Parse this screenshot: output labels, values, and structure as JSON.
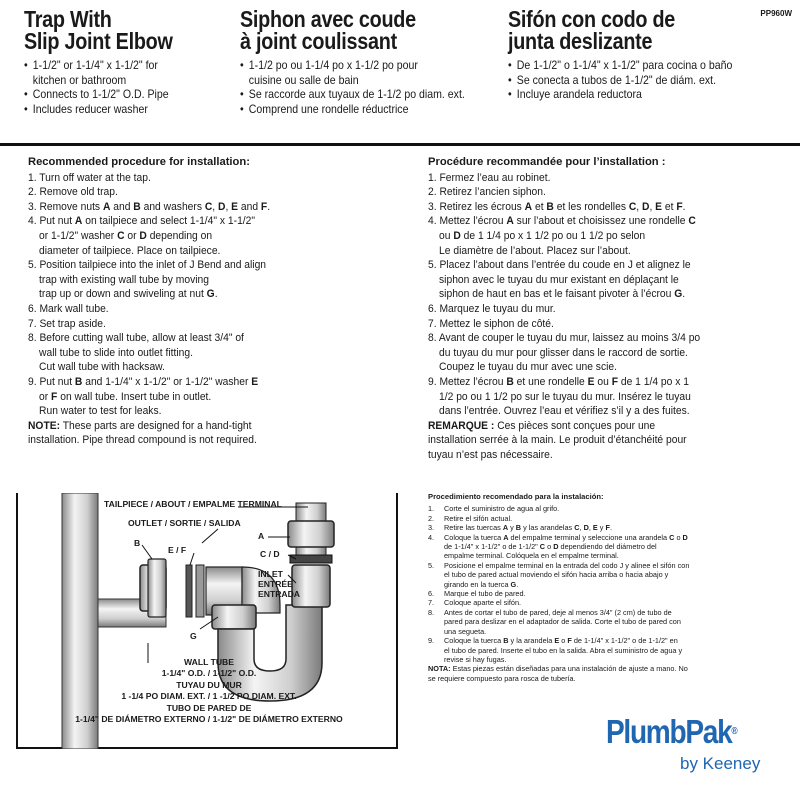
{
  "product_code": "PP960W",
  "header": {
    "columns": [
      {
        "title": [
          "Trap With",
          "Slip Joint Elbow"
        ],
        "bullets": [
          [
            "1-1/2\" or 1-1/4\" x 1-1/2\" for",
            "kitchen or bathroom"
          ],
          [
            "Connects to 1-1/2\" O.D. Pipe"
          ],
          [
            "Includes reducer washer"
          ]
        ]
      },
      {
        "title": [
          "Siphon avec coude",
          "à joint coulissant"
        ],
        "bullets": [
          [
            "1-1/2 po ou 1-1/4 po x 1-1/2 po pour",
            "cuisine ou salle de bain"
          ],
          [
            "Se raccorde aux tuyaux de 1-1/2 po diam. ext."
          ],
          [
            "Comprend une rondelle réductrice"
          ]
        ]
      },
      {
        "title": [
          "Sifón con codo de",
          "junta deslizante"
        ],
        "bullets": [
          [
            "De 1-1/2\" o 1-1/4\" x 1-1/2\" para cocina o baño"
          ],
          [
            "Se conecta a tubos de 1-1/2\" de diám. ext."
          ],
          [
            "Incluye arandela reductora"
          ]
        ]
      }
    ]
  },
  "english": {
    "title": "Recommended procedure for installation:",
    "steps": [
      [
        "1. Turn off water at the tap."
      ],
      [
        "2. Remove old trap."
      ],
      [
        "3. Remove nuts **A** and **B** and washers **C**, **D**, **E** and **F**."
      ],
      [
        "4. Put nut **A** on tailpiece and select 1-1/4\" x 1-1/2\"",
        "or 1-1/2\" washer **C** or **D** depending on",
        "diameter of tailpiece. Place on tailpiece."
      ],
      [
        "5. Position tailpiece into the inlet of J Bend and align",
        "trap with existing wall tube by moving",
        "trap up or down and swiveling at nut **G**."
      ],
      [
        "6. Mark wall tube."
      ],
      [
        "7. Set trap aside."
      ],
      [
        "8. Before cutting wall tube, allow at least 3/4\" of",
        "wall tube to slide into outlet fitting.",
        "Cut wall tube with hacksaw."
      ],
      [
        "9. Put nut **B** and 1-1/4\" x 1-1/2\" or 1-1/2\" washer **E**",
        "or **F** on wall tube. Insert tube in outlet.",
        "Run water to test for leaks."
      ]
    ],
    "note_label": "NOTE:",
    "note": [
      " These parts are designed for a hand-tight",
      "installation. Pipe thread compound is not required."
    ]
  },
  "french": {
    "title": "Procédure recommandée pour l’installation :",
    "steps": [
      [
        "1. Fermez l’eau au robinet."
      ],
      [
        "2. Retirez l’ancien siphon."
      ],
      [
        "3. Retirez les écrous **A** et **B** et les rondelles **C**, **D**, **E** et **F**."
      ],
      [
        "4. Mettez l’écrou **A** sur l’about et choisissez une rondelle **C**",
        "ou **D** de 1 1/4 po x 1 1/2 po ou 1 1/2 po selon",
        "Le diamètre de l’about. Placez sur l’about."
      ],
      [
        "5. Placez l’about dans l’entrée du coude en J et alignez le",
        "siphon avec le tuyau du mur existant en déplaçant le",
        "siphon de haut en bas et le faisant pivoter à l’écrou **G**."
      ],
      [
        "6. Marquez le tuyau du mur."
      ],
      [
        "7. Mettez le siphon de côté."
      ],
      [
        "8. Avant de couper le tuyau du mur, laissez au moins 3/4 po",
        "du tuyau du mur pour glisser dans le raccord de sortie.",
        "Coupez le tuyau du mur avec une scie."
      ],
      [
        "9. Mettez l’écrou **B** et une rondelle **E** ou **F** de 1 1/4 po x 1",
        "1/2 po ou 1 1/2 po sur le tuyau du mur. Insérez le tuyau",
        "dans l’entrée. Ouvrez l’eau et vérifiez s’il y a des fuites."
      ]
    ],
    "note_label": "REMARQUE :",
    "note": [
      " Ces pièces sont conçues pour une",
      "installation serrée à la main. Le produit d’étanchéité pour",
      "tuyau n’est pas nécessaire."
    ]
  },
  "spanish": {
    "title": "Procedimiento recomendado para la instalación:",
    "steps": [
      [
        "1.",
        "Corte el suministro de agua al grifo."
      ],
      [
        "2.",
        "Retire el sifón actual."
      ],
      [
        "3.",
        "Retire las tuercas **A** y **B** y las arandelas **C**, **D**, **E** y **F**."
      ],
      [
        "4.",
        "Coloque la tuerca **A** del empalme terminal y seleccione una arandela **C** o **D**",
        "de 1-1/4\" x 1-1/2\" o de 1-1/2\" **C** o **D** dependiendo del diámetro del",
        "empalme terminal. Colóquela en el empalme terminal."
      ],
      [
        "5.",
        "Posicione el empalme terminal en la entrada del codo J y alinee el sifón con",
        "el tubo de pared actual moviendo el sifón hacia arriba o hacia abajo y",
        "girando en la tuerca **G**."
      ],
      [
        "6.",
        "Marque el tubo de pared."
      ],
      [
        "7.",
        "Coloque aparte el sifón."
      ],
      [
        "8.",
        "Antes de cortar el tubo de pared, deje al menos 3/4\" (2 cm) de tubo de",
        "pared para deslizar en el adaptador de salida. Corte el tubo de pared con",
        "una segueta."
      ],
      [
        "9.",
        "Coloque la tuerca **B** y la arandela **E** o **F** de 1-1/4\" x 1-1/2\" o de 1-1/2\" en",
        "el tubo de pared. Inserte el tubo en la salida. Abra el suministro de agua y",
        "revise si hay fugas."
      ]
    ],
    "note_label": "NOTA:",
    "note": [
      " Estas piezas están diseñadas para una instalación de ajuste a mano. No",
      "se requiere compuesto para rosca de tubería."
    ]
  },
  "diagram": {
    "tailpiece": "TAILPIECE / ABOUT / EMPALME TERMINAL",
    "outlet": "OUTLET / SORTIE / SALIDA",
    "a": "A",
    "b": "B",
    "cd": "C / D",
    "ef": "E / F",
    "g": "G",
    "inlet": [
      "INLET",
      "ENTRÉE",
      "ENTRADA"
    ],
    "wall_tube": [
      "WALL TUBE",
      "1-1/4\" O.D. / 1-1/2\" O.D.",
      "TUYAU DU MUR",
      "1 -1/4 PO DIAM. EXT. / 1 -1/2 PO DIAM. EXT.",
      "TUBO DE PARED DE",
      "1-1/4\" DE DIÁMETRO EXTERNO / 1-1/2\" DE DIÁMETRO EXTERNO"
    ]
  },
  "logo": {
    "brand": "PlumbPak",
    "reg": "®",
    "sub": "by Keeney",
    "color": "#2066b0"
  }
}
